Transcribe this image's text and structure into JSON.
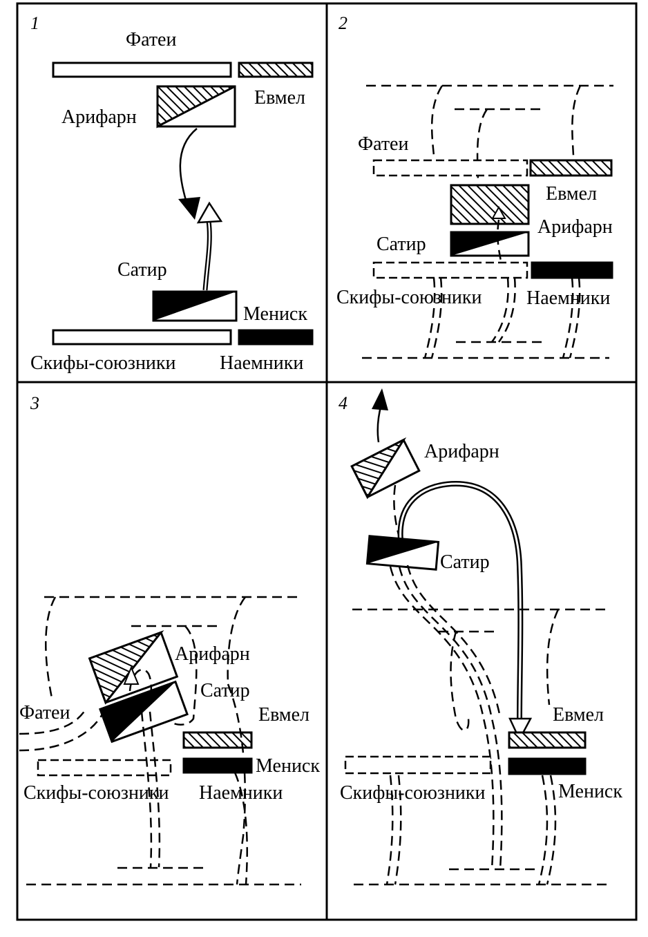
{
  "panels": [
    {
      "number": "1"
    },
    {
      "number": "2"
    },
    {
      "number": "3"
    },
    {
      "number": "4"
    }
  ],
  "labels": {
    "fatei": "Фатеи",
    "evmel": "Евмел",
    "arifarn": "Арифарн",
    "satir": "Сатир",
    "menisk": "Мениск",
    "skify": "Скифы-союзники",
    "naemniki": "Наемники"
  },
  "colors": {
    "ink": "#000000",
    "paper": "#ffffff"
  }
}
